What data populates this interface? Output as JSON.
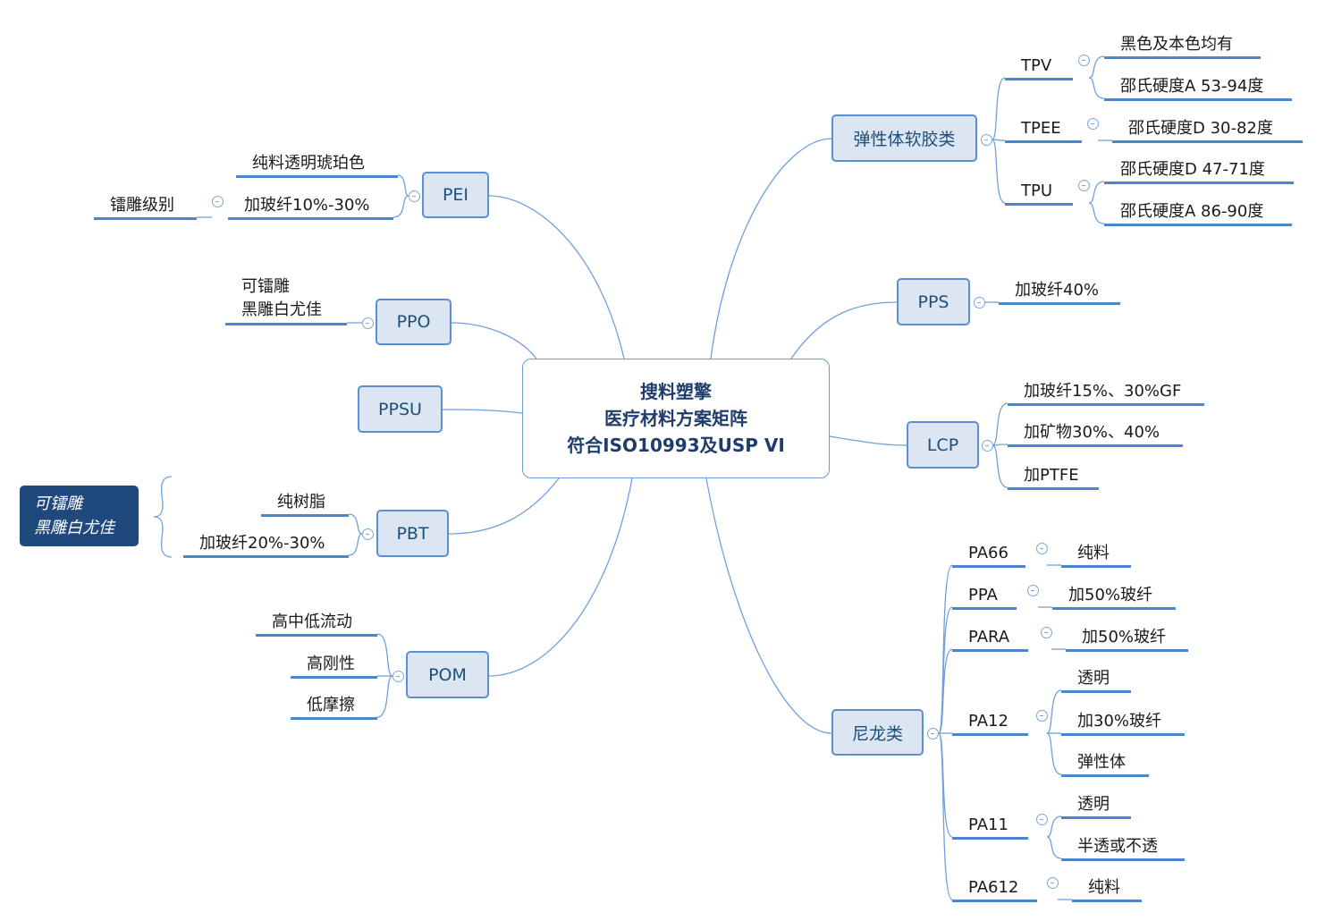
{
  "center": {
    "lines": [
      "搜料塑擎",
      "医疗材料方案矩阵",
      "符合ISO10993及USP VI"
    ]
  },
  "topics": {
    "elastomer": "弹性体软胶类",
    "pei": "PEI",
    "ppo": "PPO",
    "ppsu": "PPSU",
    "pps": "PPS",
    "lcp": "LCP",
    "pbt": "PBT",
    "pom": "POM",
    "nylon": "尼龙类"
  },
  "elastomer": {
    "tpv": {
      "label": "TPV",
      "items": [
        "黑色及本色均有",
        "邵氏硬度A 53-94度"
      ]
    },
    "tpee": {
      "label": "TPEE",
      "items": [
        "邵氏硬度D 30-82度"
      ]
    },
    "tpu": {
      "label": "TPU",
      "items": [
        "邵氏硬度D 47-71度",
        "邵氏硬度A 86-90度"
      ]
    }
  },
  "pei": {
    "items": [
      "纯料透明琥珀色",
      "加玻纤10%-30%"
    ],
    "sub": "镭雕级别"
  },
  "ppo": {
    "lines": [
      "可镭雕",
      "黑雕白尤佳"
    ]
  },
  "pbt": {
    "items": [
      "纯树脂",
      "加玻纤20%-30%"
    ],
    "note": [
      "可镭雕",
      "黑雕白尤佳"
    ]
  },
  "pom": {
    "items": [
      "高中低流动",
      "高刚性",
      "低摩擦"
    ]
  },
  "pps": {
    "items": [
      "加玻纤40%"
    ]
  },
  "lcp": {
    "items": [
      "加玻纤15%、30%GF",
      "加矿物30%、40%",
      "加PTFE"
    ]
  },
  "nylon": {
    "pa66": {
      "label": "PA66",
      "items": [
        "纯料"
      ]
    },
    "ppa": {
      "label": "PPA",
      "items": [
        "加50%玻纤"
      ]
    },
    "para": {
      "label": "PARA",
      "items": [
        "加50%玻纤"
      ]
    },
    "pa12": {
      "label": "PA12",
      "items": [
        "透明",
        "加30%玻纤",
        "弹性体"
      ]
    },
    "pa11": {
      "label": "PA11",
      "items": [
        "透明",
        "半透或不透"
      ]
    },
    "pa612": {
      "label": "PA612",
      "items": [
        "纯料"
      ]
    }
  }
}
